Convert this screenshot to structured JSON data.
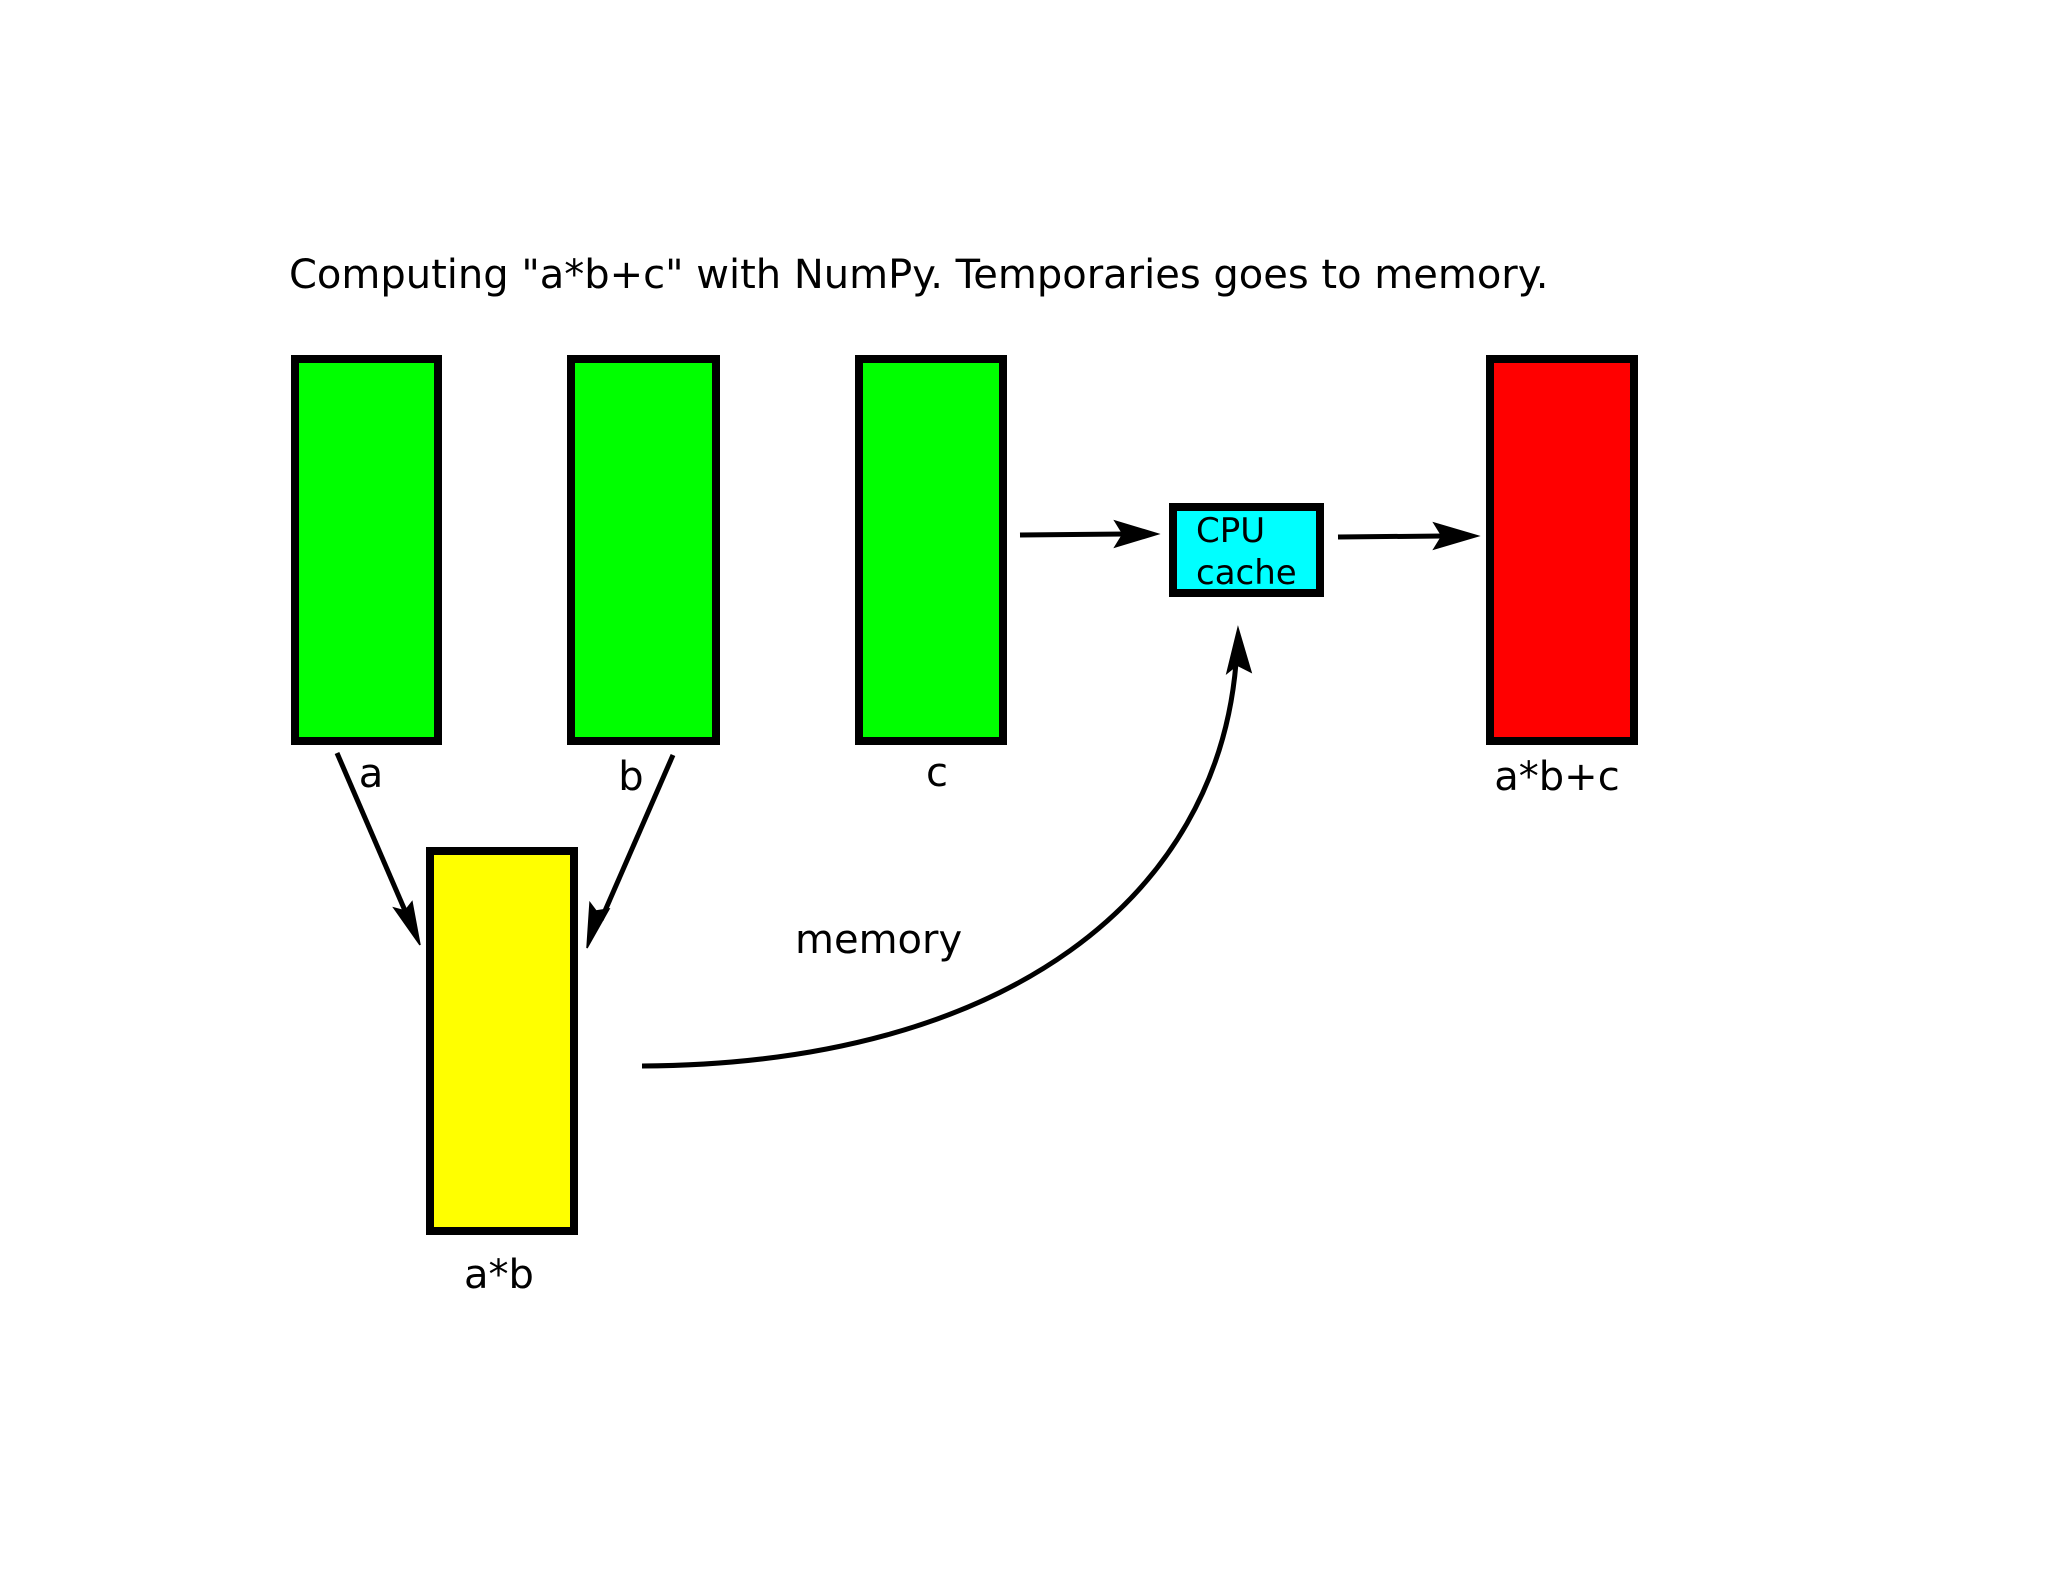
{
  "diagram": {
    "title": "Computing \"a*b+c\" with NumPy.  Temporaries goes to memory.",
    "arrays": {
      "a": {
        "label": "a",
        "color": "#00ff00"
      },
      "b": {
        "label": "b",
        "color": "#00ff00"
      },
      "c": {
        "label": "c",
        "color": "#00ff00"
      },
      "ab": {
        "label": "a*b",
        "color": "#ffff00"
      },
      "result": {
        "label": "a*b+c",
        "color": "#ff0000"
      }
    },
    "cpu_cache": {
      "line1": "CPU",
      "line2": "cache",
      "color": "#00ffff"
    },
    "memory_label": "memory"
  }
}
